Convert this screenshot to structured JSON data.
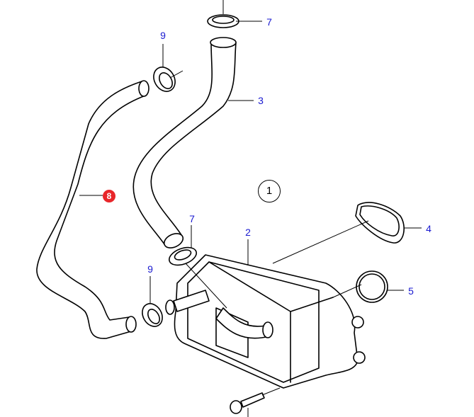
{
  "diagram": {
    "assembly_number": "1",
    "callouts": [
      {
        "id": "7a",
        "text": "7"
      },
      {
        "id": "9a",
        "text": "9"
      },
      {
        "id": "3",
        "text": "3"
      },
      {
        "id": "8",
        "text": "8",
        "highlighted": true
      },
      {
        "id": "7b",
        "text": "7"
      },
      {
        "id": "2",
        "text": "2"
      },
      {
        "id": "4",
        "text": "4"
      },
      {
        "id": "9b",
        "text": "9"
      },
      {
        "id": "5",
        "text": "5"
      }
    ],
    "colors": {
      "callout_text": "#1a1ad0",
      "highlight": "#e8262a"
    }
  }
}
